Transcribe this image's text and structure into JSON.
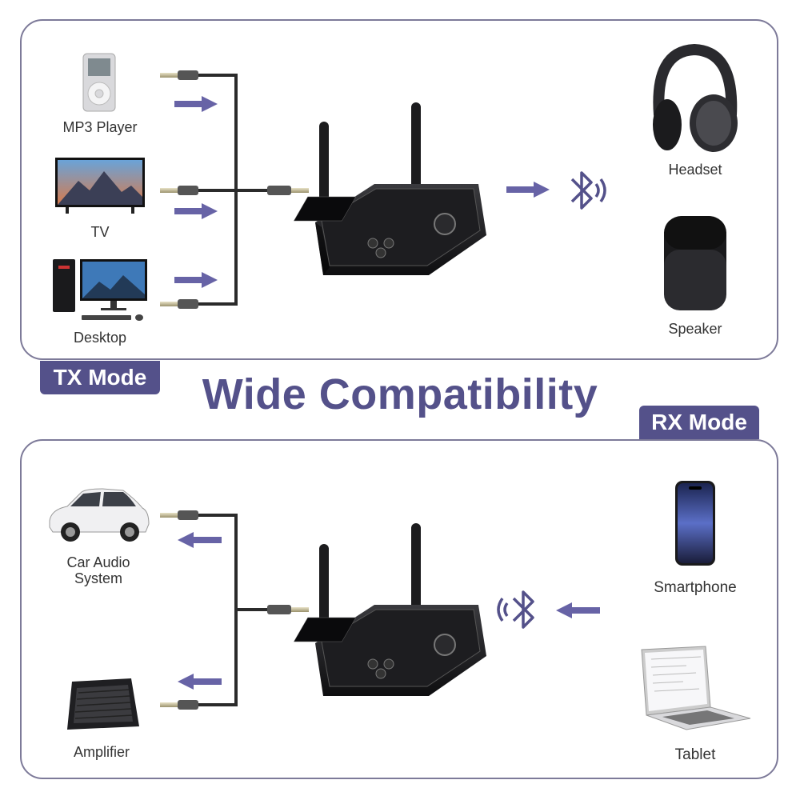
{
  "title": "Wide Compatibility",
  "tx": {
    "tag": "TX Mode",
    "sources": [
      "MP3 Player",
      "TV",
      "Desktop"
    ],
    "outputs": [
      "Headset",
      "Speaker"
    ]
  },
  "rx": {
    "tag": "RX Mode",
    "outputs": [
      "Car Audio System",
      "Amplifier"
    ],
    "sources": [
      "Smartphone",
      "Tablet"
    ]
  },
  "colors": {
    "accent": "#54518a",
    "border": "#7d7a99",
    "arrow": "#6763a6"
  },
  "icons": [
    "mp3-player-icon",
    "tv-icon",
    "desktop-icon",
    "headset-icon",
    "speaker-icon",
    "car-icon",
    "amplifier-icon",
    "smartphone-icon",
    "laptop-icon",
    "bluetooth-icon",
    "transmitter-receiver-device"
  ]
}
